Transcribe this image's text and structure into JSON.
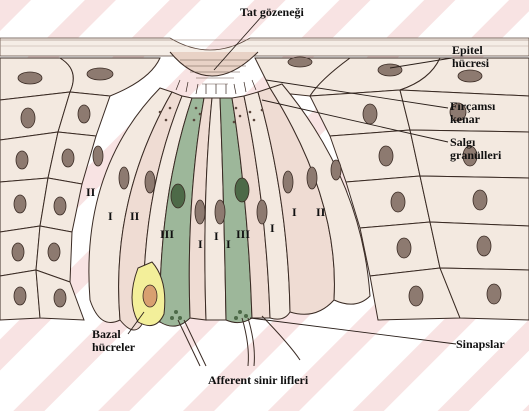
{
  "labels": {
    "taste_pore": "Tat gözeneği",
    "epithelial_cell_1": "Epitel",
    "epithelial_cell_2": "hücresi",
    "brush_border_1": "Fırçamsı",
    "brush_border_2": "kenar",
    "secretory_1": "Salgı",
    "secretory_2": "granülleri",
    "basal_1": "Bazal",
    "basal_2": "hücreler",
    "synapses": "Sinapslar",
    "afferent": "Afferent sinir lifleri"
  },
  "cell_types": [
    "I",
    "II",
    "III"
  ],
  "cell_type_markers": [
    "II",
    "I",
    "II",
    "III",
    "I",
    "I",
    "I",
    "III",
    "I",
    "I",
    "II"
  ],
  "colors": {
    "outline": "#3a2b24",
    "cell_fill": "#f3e9e0",
    "type_I_fill": "#efdcd3",
    "type_III_fill": "#9db79a",
    "basal_fill": "#f3ef9a",
    "nucleus": "#8d7a70",
    "background_stripe": "#f6dede"
  }
}
